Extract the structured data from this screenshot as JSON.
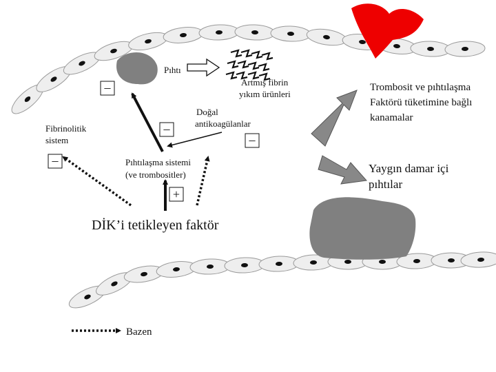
{
  "labels": {
    "clot": "Pıhtı",
    "fibrin_line1": "Artmış fibrin",
    "fibrin_line2": "yıkım ürünleri",
    "anticoag_line1": "Doğal",
    "anticoag_line2": "antikoagülanlar",
    "fibrinolytic_line1": "Fibrinolitik",
    "fibrinolytic_line2": "sistem",
    "coag_line1": "Pıhtılaşma sistemi",
    "coag_line2": "(ve trombositler)",
    "trigger": "DİK’i tetikleyen faktör",
    "bleeding_line1": "Trombosit ve pıhtılaşma",
    "bleeding_line2": "Faktörü tüketimine bağlı",
    "bleeding_line3": "kanamalar",
    "thrombi_line1": "Yaygın damar içi",
    "thrombi_line2": "pıhtılar",
    "legend": "Bazen"
  },
  "signs": {
    "minus": "–",
    "plus": "+"
  },
  "colors": {
    "blood": "#ee0000",
    "clot": "#808080",
    "cell_fill": "#eeeeee",
    "cell_stroke": "#999999",
    "nucleus": "#111111",
    "arrow": "#111111",
    "big_arrow_fill": "#888888"
  }
}
